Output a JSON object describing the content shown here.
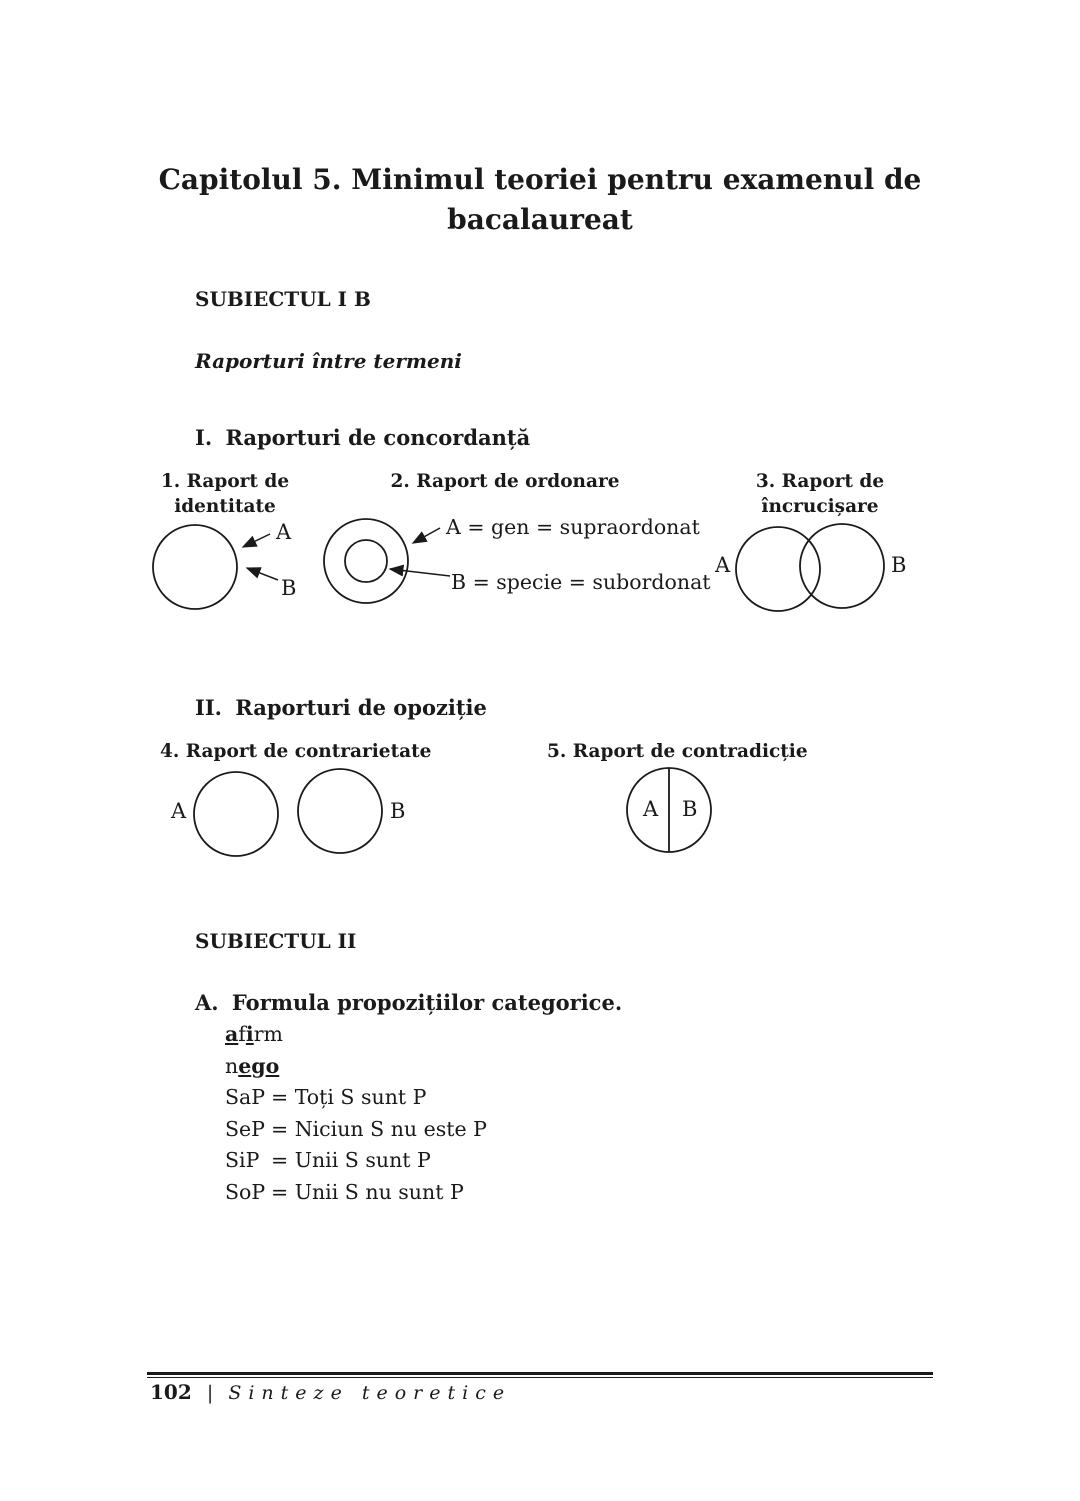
{
  "chapter_title": {
    "line1": "Capitolul 5. Minimul teoriei pentru examenul de",
    "line2": "bacalaureat"
  },
  "subject_1b": {
    "heading": "SUBIECTUL I B",
    "subheading": "Raporturi între termeni",
    "section1": {
      "number": "I.",
      "title": "Raporturi de concordanță",
      "diagrams": {
        "identity": {
          "label_line1": "1. Raport de",
          "label_line2": "identitate",
          "a": "A",
          "b": "B"
        },
        "ordering": {
          "label": "2. Raport de ordonare",
          "a_text": "A = gen = supraordonat",
          "b_text": "B = specie = subordonat"
        },
        "crossing": {
          "label_line1": "3. Raport de",
          "label_line2": "încrucișare",
          "a": "A",
          "b": "B"
        }
      }
    },
    "section2": {
      "number": "II.",
      "title": "Raporturi de opoziție",
      "diagrams": {
        "contrariety": {
          "label": "4. Raport de contrarietate",
          "a": "A",
          "b": "B"
        },
        "contradiction": {
          "label": "5. Raport de contradicție",
          "a": "A",
          "b": "B"
        }
      }
    }
  },
  "subject_2": {
    "heading": "SUBIECTUL II",
    "section_a": {
      "number": "A.",
      "title": "Formula propozițiilor categorice.",
      "mnemonic_afirm": {
        "part1": "a",
        "part2": "f",
        "part3": "i",
        "part4": "rm"
      },
      "mnemonic_nego": {
        "part1": "n",
        "part2": "e",
        "part3": "g",
        "part4": "o"
      },
      "formulas": [
        {
          "symbol": "SaP",
          "meaning": "= Toți S sunt P"
        },
        {
          "symbol": "SeP",
          "meaning": "= Niciun S nu este P"
        },
        {
          "symbol": "SiP",
          "meaning": "= Unii S sunt P"
        },
        {
          "symbol": "SoP",
          "meaning": "= Unii S nu sunt P"
        }
      ]
    }
  },
  "footer": {
    "page_number": "102",
    "separator": "|",
    "text": "Sinteze teoretice"
  }
}
